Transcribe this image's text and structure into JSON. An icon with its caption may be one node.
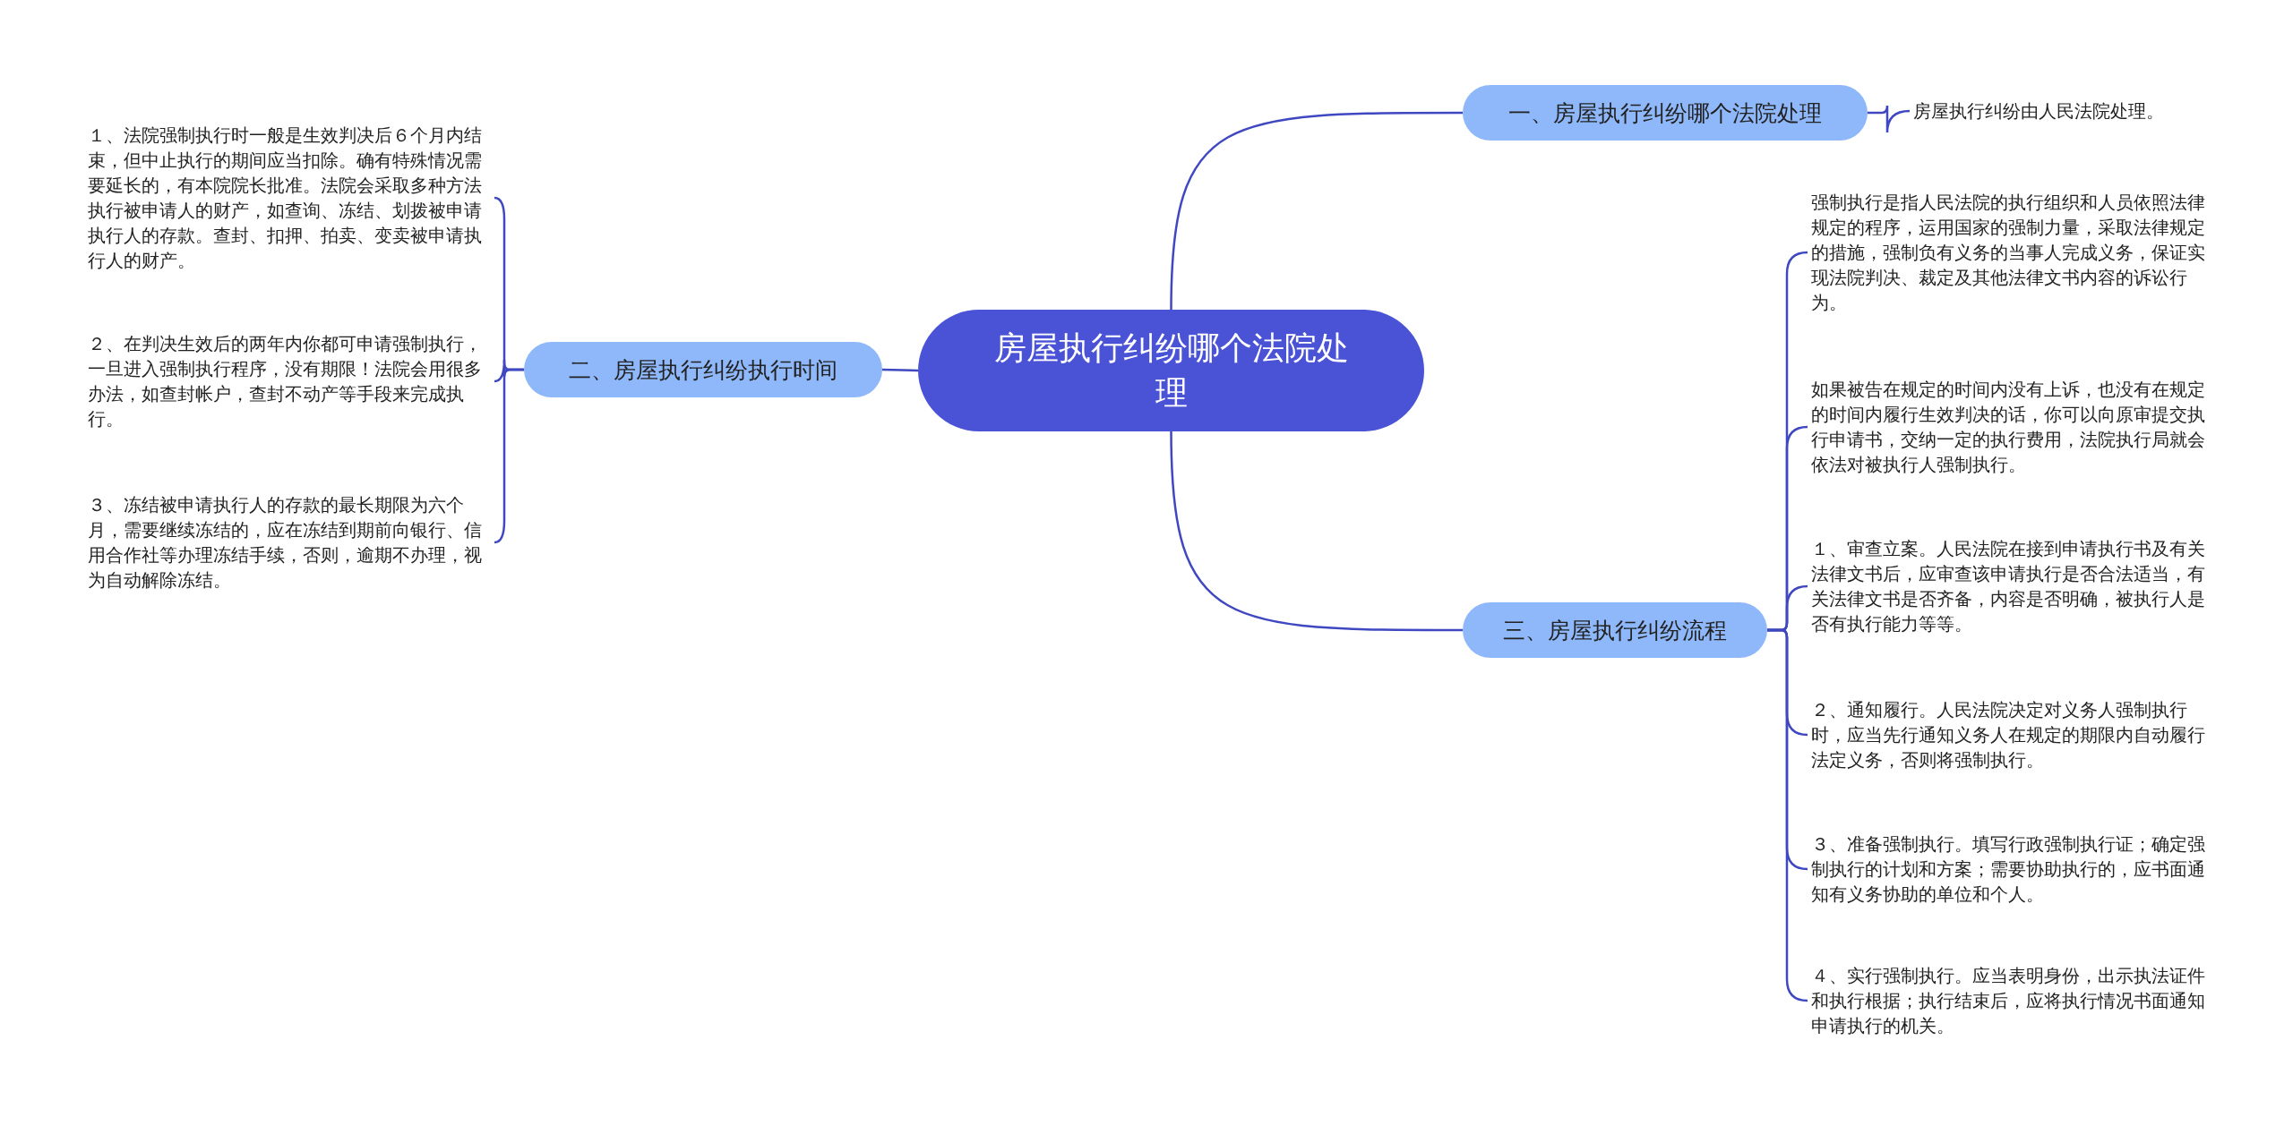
{
  "diagram": {
    "nodes": [
      {
        "text": [
          "房屋执行纠纷哪个法院处理"
        ]
      },
      {
        "text": [
          "一、房屋执行纠纷哪个法院处理"
        ]
      },
      {
        "text": [
          "房屋执行纠纷由人民法院处理。"
        ]
      },
      {
        "text": [
          "二、房屋执行纠纷执行时间"
        ]
      },
      {
        "text": [
          "１、法院强制执行时一般是生效判决后６个月内结束，但中止执行的期间应当扣除。确有特殊情况需要延长的，有本院院长批准。法院会采取多种方法执行被申请人的财产，如查询、冻结、划拨被申请执行人的存款。查封、扣押、拍卖、变卖被申请执行人的财产。"
        ]
      },
      {
        "text": [
          "２、在判决生效后的两年内你都可申请强制执行，一旦进入强制执行程序，没有期限！法院会用很多办法，如查封帐户，查封不动产等手段来完成执行。"
        ]
      },
      {
        "text": [
          "３、冻结被申请执行人的存款的最长期限为六个月，需要继续冻结的，应在冻结到期前向银行、信用合作社等办理冻结手续，否则，逾期不办理，视为自动解除冻结。"
        ]
      },
      {
        "text": [
          "三、房屋执行纠纷流程"
        ]
      },
      {
        "text": [
          "强制执行是指人民法院的执行组织和人员依照法律规定的程序，运用国家的强制力量，采取法律规定的措施，强制负有义务的当事人完成义务，保证实现法院判决、裁定及其他法律文书内容的诉讼行为。"
        ]
      },
      {
        "text": [
          "如果被告在规定的时间内没有上诉，也没有在规定的时间内履行生效判决的话，你可以向原审提交执行申请书，交纳一定的执行费用，法院执行局就会依法对被执行人强制执行。"
        ]
      },
      {
        "text": [
          "１、审查立案。人民法院在接到申请执行书及有关法律文书后，应审查该申请执行是否合法适当，有关法律文书是否齐备，内容是否明确，被执行人是否有执行能力等等。"
        ]
      },
      {
        "text": [
          "２、通知履行。人民法院决定对义务人强制执行时，应当先行通知义务人在规定的期限内自动履行法定义务，否则将强制执行。"
        ]
      },
      {
        "text": [
          "３、准备强制执行。填写行政强制执行证；确定强制执行的计划和方案；需要协助执行的，应书面通知有义务协助的单位和个人。"
        ]
      },
      {
        "text": [
          "４、实行强制执行。应当表明身份，出示执法证件和执行根据；执行结束后，应将执行情况书面通知申请执行的机关。"
        ]
      }
    ],
    "edges": [
      {
        "from": 0,
        "to": 1,
        "arrow": "none"
      },
      {
        "from": 1,
        "to": 2,
        "arrow": "none"
      },
      {
        "from": 0,
        "to": 3,
        "arrow": "none"
      },
      {
        "from": 3,
        "to": 4,
        "arrow": "none"
      },
      {
        "from": 3,
        "to": 5,
        "arrow": "none"
      },
      {
        "from": 3,
        "to": 6,
        "arrow": "none"
      },
      {
        "from": 0,
        "to": 7,
        "arrow": "none"
      },
      {
        "from": 7,
        "to": 8,
        "arrow": "none"
      },
      {
        "from": 7,
        "to": 9,
        "arrow": "none"
      },
      {
        "from": 7,
        "to": 10,
        "arrow": "none"
      },
      {
        "from": 7,
        "to": 11,
        "arrow": "none"
      },
      {
        "from": 7,
        "to": 12,
        "arrow": "none"
      },
      {
        "from": 7,
        "to": 13,
        "arrow": "none"
      }
    ]
  }
}
